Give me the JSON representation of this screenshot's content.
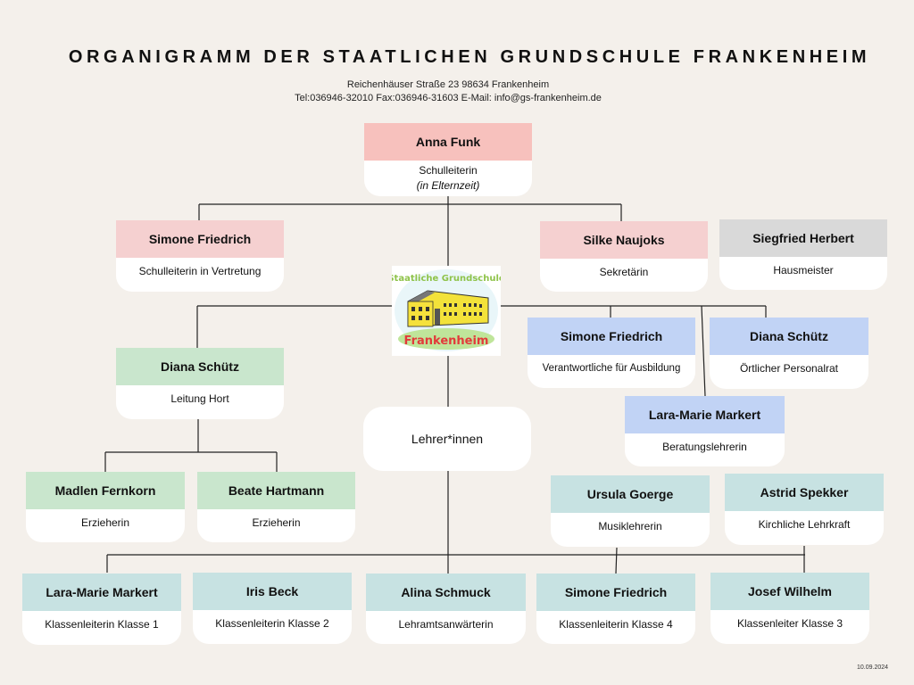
{
  "header": {
    "title": "ORGANIGRAMM DER STAATLICHEN GRUNDSCHULE FRANKENHEIM",
    "address": "Reichenhäuser Straße 23  98634 Frankenheim",
    "contact": "Tel:036946-32010 Fax:036946-31603 E-Mail: info@gs-frankenheim.de"
  },
  "leader": {
    "name": "Anna Funk",
    "role": "Schulleiterin",
    "note": "(in Elternzeit)"
  },
  "deputy": {
    "name": "Simone Friedrich",
    "role": "Schulleiterin in Vertretung"
  },
  "secretary": {
    "name": "Silke Naujoks",
    "role": "Sekretärin"
  },
  "caretaker": {
    "name": "Siegfried Herbert",
    "role": "Hausmeister"
  },
  "logo": {
    "top_text": "Staatliche Grundschule",
    "bottom_text": "Frankenheim"
  },
  "training": {
    "name": "Simone Friedrich",
    "role": "Verantwortliche für Ausbildung"
  },
  "council": {
    "name": "Diana Schütz",
    "role": "Örtlicher Personalrat"
  },
  "counselor": {
    "name": "Lara-Marie Markert",
    "role": "Beratungslehrerin"
  },
  "hort_lead": {
    "name": "Diana Schütz",
    "role": "Leitung Hort"
  },
  "educators": [
    {
      "name": "Madlen Fernkorn",
      "role": "Erzieherin"
    },
    {
      "name": "Beate Hartmann",
      "role": "Erzieherin"
    }
  ],
  "teachers_label": "Lehrer*innen",
  "specialists": [
    {
      "name": "Ursula Goerge",
      "role": "Musiklehrerin"
    },
    {
      "name": "Astrid Spekker",
      "role": "Kirchliche Lehrkraft"
    }
  ],
  "class_teachers": [
    {
      "name": "Lara-Marie Markert",
      "role": "Klassenleiterin Klasse 1"
    },
    {
      "name": "Iris Beck",
      "role": "Klassenleiterin Klasse 2"
    },
    {
      "name": "Alina Schmuck",
      "role": "Lehramtsanwärterin"
    },
    {
      "name": "Simone Friedrich",
      "role": "Klassenleiterin Klasse 4"
    },
    {
      "name": "Josef Wilhelm",
      "role": "Klassenleiter Klasse 3"
    }
  ],
  "date": "10.09.2024",
  "colors": {
    "leader": "#f7c1bd",
    "admin": "#f5d0d0",
    "caretaker": "#d9d9d9",
    "staff_council": "#c1d3f5",
    "hort": "#c9e6cd",
    "teachers": "#c7e2e2",
    "background": "#f4f0eb"
  }
}
